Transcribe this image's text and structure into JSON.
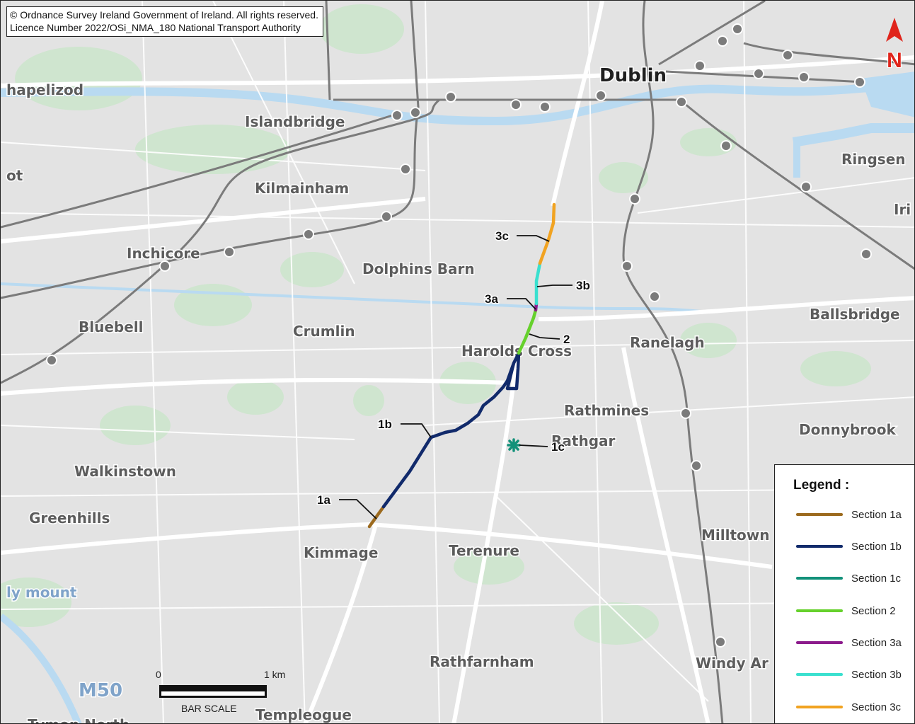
{
  "copyright": {
    "line1": "© Ordnance Survey Ireland Government of Ireland. All rights reserved.",
    "line2": "Licence Number 2022/OSi_NMA_180 National Transport Authority"
  },
  "north_label": "N",
  "places": {
    "dublin": "Dublin",
    "chapelizod": "hapelizod",
    "islandbridge": "Islandbridge",
    "kilmainham": "Kilmainham",
    "inchicore": "Inchicore",
    "dolphins_barn": "Dolphins Barn",
    "bluebell": "Bluebell",
    "crumlin": "Crumlin",
    "harolds_cross": "Harolds Cross",
    "ranelagh": "Ranelagh",
    "ringsend": "Ringsen",
    "irish": "Iri",
    "ballsbridge": "Ballsbridge",
    "rathmines": "Rathmines",
    "rathgar": "Rathgar",
    "donnybrook": "Donnybrook",
    "walkinstown": "Walkinstown",
    "greenhills": "Greenhills",
    "kimmage": "Kimmage",
    "terenure": "Terenure",
    "milltown": "Milltown",
    "bushy_park": "ly mount",
    "rathfarnham": "Rathfarnham",
    "windy_arbour": "Windy Ar",
    "m50": "M50",
    "templeogue": "Templeogue",
    "tymon_north": "Tymon North",
    "ot": "ot"
  },
  "route_labels": {
    "s1a": "1a",
    "s1b": "1b",
    "s1c": "1c",
    "s2": "2",
    "s3a": "3a",
    "s3b": "3b",
    "s3c": "3c"
  },
  "legend": {
    "title": "Legend :",
    "items": [
      {
        "label": "Section 1a",
        "color": "#9c6a1e"
      },
      {
        "label": "Section 1b",
        "color": "#112a6b"
      },
      {
        "label": "Section 1c",
        "color": "#13917a"
      },
      {
        "label": "Section 2",
        "color": "#66d12c"
      },
      {
        "label": "Section 3a",
        "color": "#8c1b8c"
      },
      {
        "label": "Section 3b",
        "color": "#3ae0cf"
      },
      {
        "label": "Section 3c",
        "color": "#f1a321"
      }
    ]
  },
  "scale_bar": {
    "start": "0",
    "end": "1 km",
    "caption": "BAR SCALE"
  },
  "colors": {
    "land": "#e3e3e3",
    "water": "#b9daf1",
    "park": "#cfe5cf",
    "road": "#ffffff",
    "rail": "#7b7b7b"
  }
}
